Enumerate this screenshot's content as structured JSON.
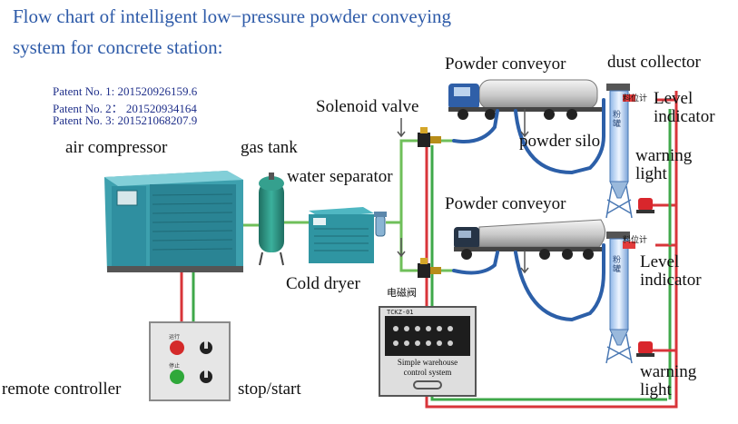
{
  "title": {
    "line1": "Flow chart of intelligent low−pressure powder conveying",
    "line2": "system for concrete station:"
  },
  "patents": [
    "Patent No. 1: 201520926159.6",
    "Patent No. 2： 201520934164",
    "Patent No. 3: 201521068207.9"
  ],
  "labels": {
    "air_compressor": "air compressor",
    "gas_tank": "gas tank",
    "water_separator": "water separator",
    "solenoid_valve": "Solenoid valve",
    "powder_conveyor_top": "Powder conveyor",
    "dust_collector": "dust collector",
    "level_indicator_top": "Level\nindicator",
    "powder_silo": "powder silo",
    "warning_light_top": "warning\nlight",
    "powder_conveyor_bottom": "Powder conveyor",
    "cold_dryer": "Cold dryer",
    "solenoid_valve_cn": "电磁阀",
    "level_indicator_bottom": "Level\nindicator",
    "warning_light_bottom": "warning\nlight",
    "remote_controller": "remote controller",
    "stop_start": "stop/start"
  },
  "equipment_text": {
    "control_box_tag": "TCKZ-01",
    "control_box_caption": "Simple warehouse\ncontrol system",
    "level_meter_cn": "料位计",
    "silo_cn": "粉罐",
    "remote_btn_top_cn": "运行",
    "remote_btn_bottom_cn": "停止"
  },
  "colors": {
    "title": "#2d5aa8",
    "patent": "#1f2f8a",
    "air_line": "#6fbf5a",
    "signal_red": "#d8353a",
    "signal_green": "#3fa84a",
    "hose": "#2c5fa8",
    "compressor": "#2f8fa0",
    "tank": "#2a8a7a"
  }
}
